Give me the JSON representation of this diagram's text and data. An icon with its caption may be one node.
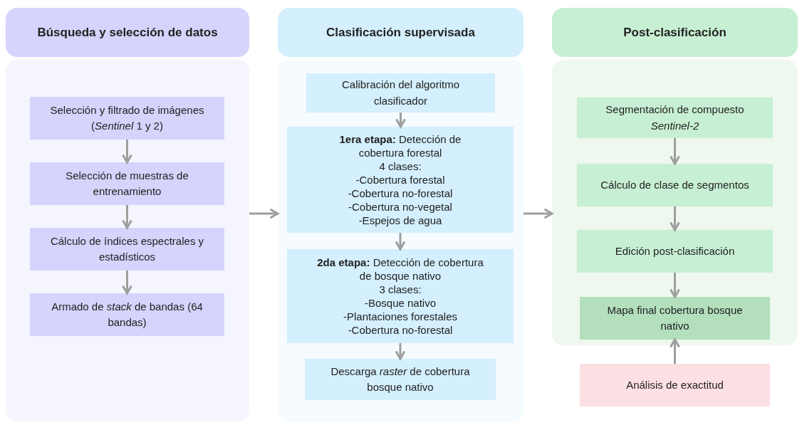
{
  "diagram": {
    "nodes": [
      {
        "text": [
          "Búsqueda y selección de datos"
        ]
      },
      {
        "text": [],
        "shape": "box"
      },
      {
        "text": [
          "Selección y filtrado de imágenes (*Sentinel* 1 y 2)"
        ],
        "in": 1
      },
      {
        "text": [
          "Selección de muestras de entrenamiento"
        ],
        "in": 1
      },
      {
        "text": [
          "Cálculo de índices espectrales y estadísticos"
        ],
        "in": 1
      },
      {
        "text": [
          "Armado de *stack* de bandas (64 bandas)"
        ],
        "in": 1
      },
      {
        "text": [
          "Clasificación supervisada"
        ]
      },
      {
        "text": [],
        "shape": "box"
      },
      {
        "text": [
          "Calibración del algoritmo clasificador"
        ],
        "in": 7
      },
      {
        "text": [
          "**1era etapa:** Detección de cobertura forestal",
          "4 clases:",
          "-Cobertura forestal",
          "-Cobertura no-forestal",
          "-Cobertura no-vegetal",
          "-Espejos de agua"
        ],
        "in": 7
      },
      {
        "text": [
          "**2da etapa:** Detección de cobertura de bosque nativo",
          "3 clases:",
          "-Bosque nativo",
          "-Plantaciones forestales",
          "-Cobertura no-forestal"
        ],
        "in": 7
      },
      {
        "text": [
          "Descarga *raster* de cobertura bosque nativo"
        ],
        "in": 7
      },
      {
        "text": [
          "Post-clasificación"
        ]
      },
      {
        "text": [],
        "shape": "box"
      },
      {
        "text": [
          "Segmentación de compuesto *Sentinel-2*"
        ],
        "in": 13
      },
      {
        "text": [
          "Cálculo de clase de segmentos"
        ],
        "in": 13
      },
      {
        "text": [
          "Edición post-clasificación"
        ],
        "in": 13
      },
      {
        "text": [
          "Mapa final cobertura bosque nativo"
        ],
        "in": 13
      },
      {
        "text": [
          "Análisis de exactitud"
        ]
      }
    ],
    "edges": [
      {
        "from": 2,
        "to": 3,
        "arrow": "to"
      },
      {
        "from": 3,
        "to": 4,
        "arrow": "to"
      },
      {
        "from": 4,
        "to": 5,
        "arrow": "to"
      },
      {
        "from": 1,
        "to": 7,
        "arrow": "to"
      },
      {
        "from": 8,
        "to": 9,
        "arrow": "to"
      },
      {
        "from": 9,
        "to": 10,
        "arrow": "to"
      },
      {
        "from": 10,
        "to": 11,
        "arrow": "to"
      },
      {
        "from": 7,
        "to": 13,
        "arrow": "to"
      },
      {
        "from": 14,
        "to": 15,
        "arrow": "to"
      },
      {
        "from": 15,
        "to": 16,
        "arrow": "to"
      },
      {
        "from": 16,
        "to": 17,
        "arrow": "to"
      },
      {
        "from": 18,
        "to": 17,
        "arrow": "to"
      }
    ]
  }
}
